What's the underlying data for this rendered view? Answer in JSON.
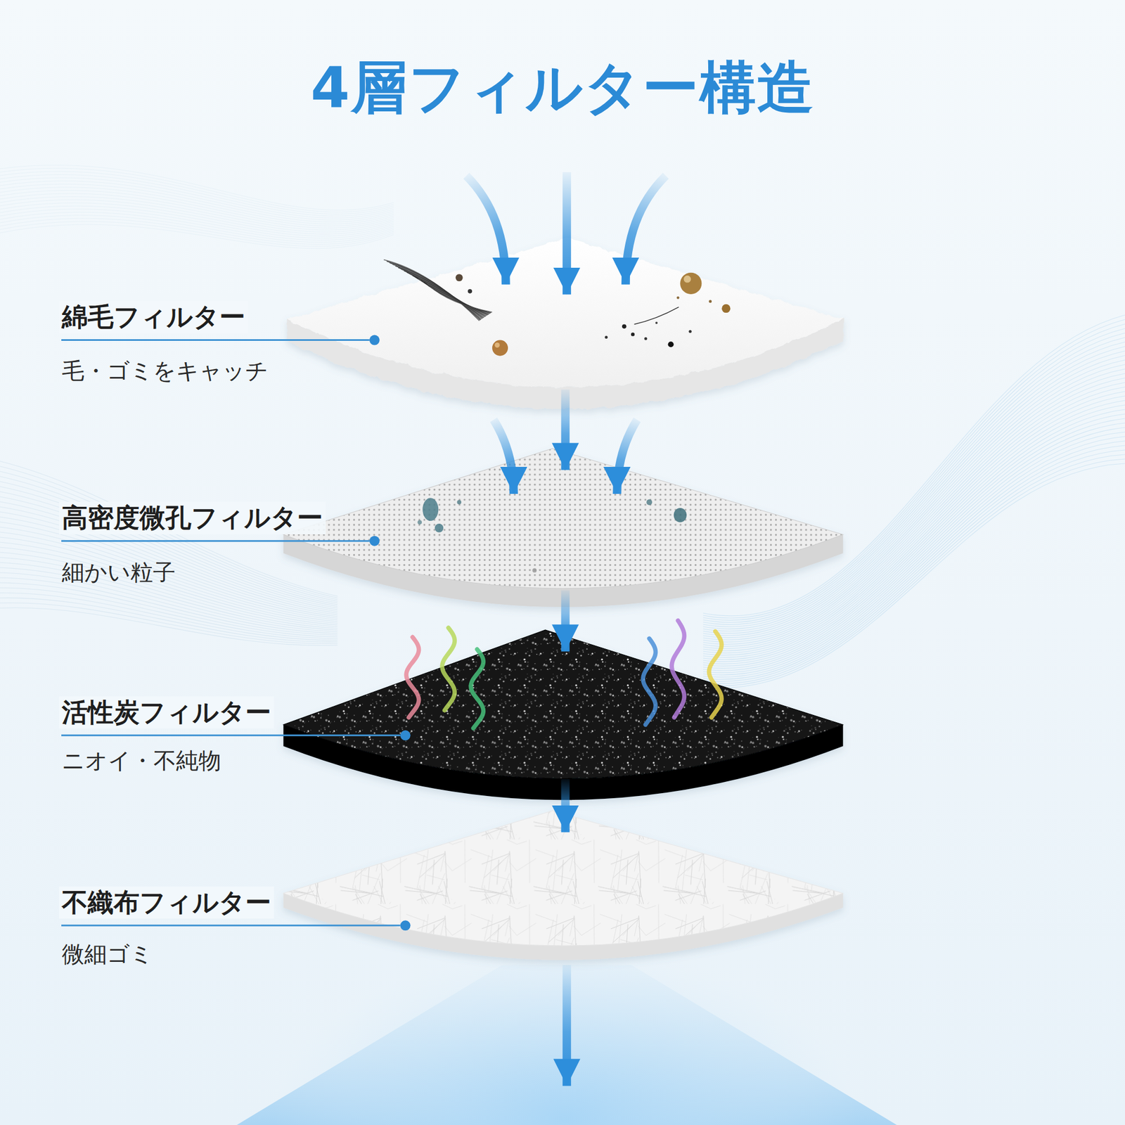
{
  "diagram": {
    "title": "4層フィルター構造",
    "nodes": [
      {
        "text": [
          "綿毛フィルター",
          "毛・ゴミをキャッチ"
        ]
      },
      {
        "text": [
          "高密度微孔フィルター",
          "細かい粒子"
        ]
      },
      {
        "text": [
          "活性炭フィルター",
          "ニオイ・不純物"
        ]
      },
      {
        "text": [
          "不織布フィルター",
          "微細ゴミ"
        ]
      }
    ],
    "edges": [
      {
        "from": 0,
        "to": 1,
        "arrow": "to"
      },
      {
        "from": 1,
        "to": 2,
        "arrow": "to"
      },
      {
        "from": 2,
        "to": 3,
        "arrow": "to"
      }
    ]
  }
}
